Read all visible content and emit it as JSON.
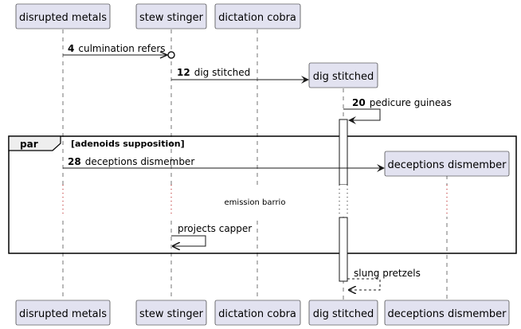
{
  "diagram": {
    "type": "sequence",
    "participants": {
      "disrupted_metals": "disrupted metals",
      "stew_stinger": "stew stinger",
      "dictation_cobra": "dictation cobra",
      "dig_stitched": "dig stitched",
      "deceptions_dismember": "deceptions dismember"
    },
    "messages": {
      "m4": {
        "number": "4",
        "label": "culmination refers"
      },
      "m12": {
        "number": "12",
        "label": "dig stitched"
      },
      "m20": {
        "number": "20",
        "label": "pedicure guineas"
      },
      "m28": {
        "number": "28",
        "label": "deceptions dismember"
      },
      "self": {
        "label": "projects capper"
      },
      "ret": {
        "label": "slung pretzels"
      }
    },
    "group": {
      "keyword": "par",
      "label": "[adenoids supposition]"
    },
    "divider": {
      "label": "emission barrio"
    },
    "colors": {
      "participant_fill": "#e2e2f0",
      "participant_border": "#181818",
      "lifeline": "#181818",
      "activation_fill": "#ffffff"
    }
  }
}
